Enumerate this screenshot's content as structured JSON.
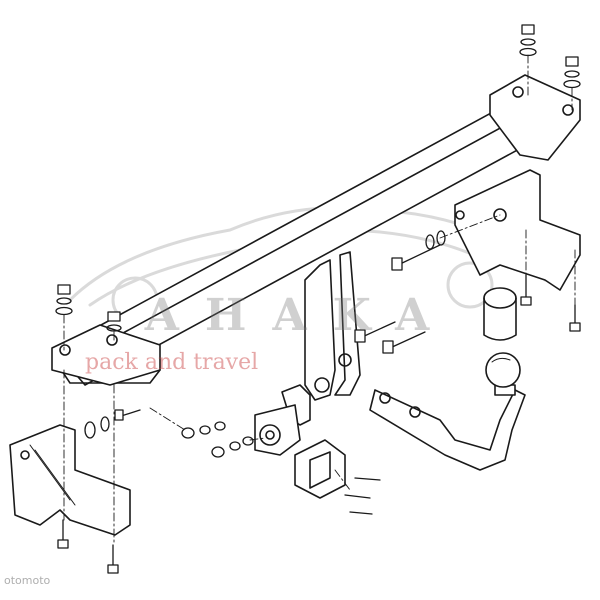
{
  "watermark": {
    "title": "AHAKA",
    "subtitle": "pack and travel",
    "brand_color": "#d24a4a"
  },
  "corner_text": "otomoto",
  "icons": {
    "car_silhouette": "car-silhouette-icon"
  }
}
